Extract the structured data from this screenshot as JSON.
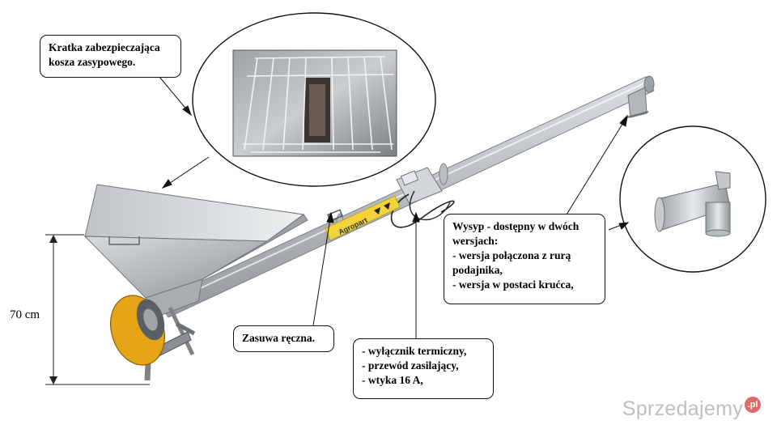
{
  "callouts": {
    "grille": [
      "Kratka zabezpieczająca",
      "kosza zasypowego."
    ],
    "outlet": [
      "Wysyp - dostępny w dwóch",
      "wersjach:",
      "- wersja połączona z rurą",
      "podajnika,",
      "- wersja w postaci krućca,"
    ],
    "gate": [
      "Zasuwa ręczna."
    ],
    "electrical": [
      "- wyłącznik termiczny,",
      "- przewód zasilający,",
      "- wtyka 16 A,"
    ]
  },
  "dimension": {
    "label": "70 cm"
  },
  "label_text": "Agropart",
  "watermark": {
    "text": "Sprzedajemy",
    "badge": ".pl"
  },
  "colors": {
    "steel": "#c4c9cd",
    "motor": "#e8a417",
    "label": "#f2d43a",
    "frame": "#7e8387"
  }
}
